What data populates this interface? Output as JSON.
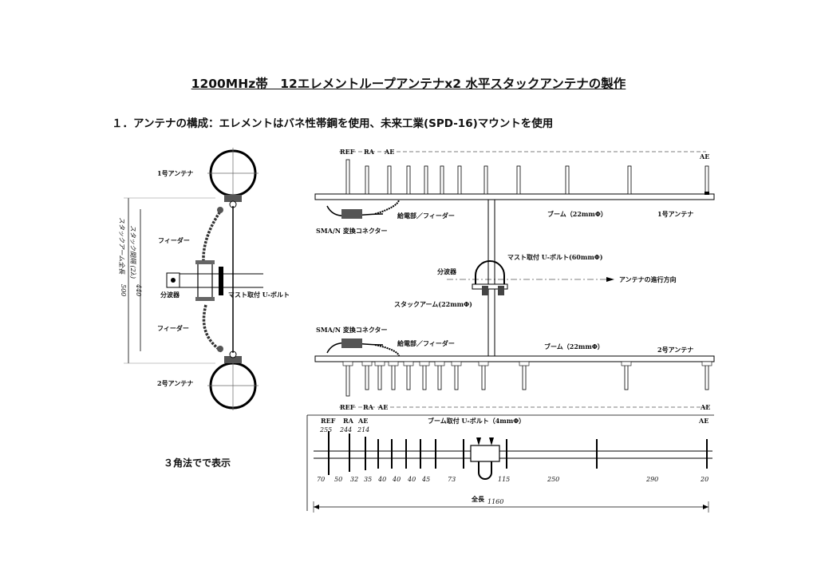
{
  "title": "1200MHz帯　12エレメントループアンテナx2 水平スタックアンテナの製作",
  "section_heading": "１．アンテナの構成：エレメントはバネ性帯鋼を使用、未来工業(SPD-16)マウントを使用",
  "caption": "３角法でで表示",
  "side_view": {
    "antenna1": "1号アンテナ",
    "antenna2": "2号アンテナ",
    "feeder_top": "フィーダー",
    "feeder_bottom": "フィーダー",
    "divider": "分波器",
    "mast_bolt": "マスト取付 U-ボルト",
    "dim_stack_spacing": "スタック間隔 (2λ)",
    "dim_stack_length": "スタックアーム全長",
    "dim_440": "440",
    "dim_500": "500"
  },
  "top_view": {
    "ref": "REF",
    "ra": "RA",
    "ae": "AE",
    "ae_right": "AE",
    "ae_right_bottom": "AE",
    "feed1": "給電部／フィーダー",
    "sma1": "SMA/N 変換コネクター",
    "boom1": "ブーム（22mmΦ）",
    "antenna1": "1号アンテナ",
    "mast_ubolt": "マスト取付 U-ボルト(60mmΦ)",
    "divider": "分波器",
    "direction": "アンテナの進行方向",
    "stack_arm": "スタックアーム(22mmΦ)",
    "sma2": "SMA/N 変換コネクター",
    "feed2": "給電部／フィーダー",
    "boom2": "ブーム（22mmΦ）",
    "antenna2": "2号アンテナ",
    "ref_b": "REF",
    "ra_b": "RA",
    "ae_b": "AE"
  },
  "front_view": {
    "ref": "REF",
    "ra": "RA",
    "ae": "AE",
    "ae_right": "AE",
    "boom_ubolt": "ブーム取付 U-ボルト（4mmΦ）",
    "size_ref": "255",
    "size_ra": "244",
    "size_ae": "214",
    "spacings": [
      "70",
      "50",
      "32",
      "35",
      "40",
      "40",
      "40",
      "45",
      "73",
      "115",
      "250",
      "290",
      "20"
    ],
    "total_label": "全長",
    "total_value": "1160"
  }
}
